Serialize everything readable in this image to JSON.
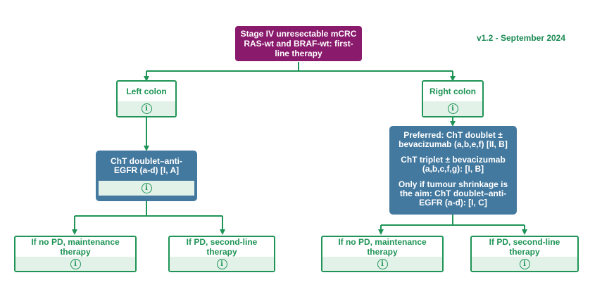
{
  "version": "v1.2 - September 2024",
  "root": {
    "label": "Stage IV unresectable mCRC RAS-wt and BRAF-wt: first-line therapy"
  },
  "left": {
    "label": "Left colon",
    "info_icon": "info-icon",
    "treatment": {
      "label": "ChT doublet–anti-EGFR (a-d) [I, A]"
    },
    "no_pd": {
      "label": "If no PD, maintenance therapy"
    },
    "pd": {
      "label": "If PD, second-line therapy"
    }
  },
  "right": {
    "label": "Right colon",
    "info_icon": "info-icon",
    "treatment": {
      "preferred": "Preferred: ChT doublet ± bevacizumab (a,b,e,f) [II, B]",
      "triplet": "ChT triplet ± bevacizumab (a,b,c,f,g): [I, B]",
      "shrinkage": "Only if tumour shrinkage is the aim: ChT doublet–anti-EGFR (a-d): [I, C]"
    },
    "no_pd": {
      "label": "If no PD, maintenance therapy"
    },
    "pd": {
      "label": "If PD, second-line therapy"
    }
  },
  "colors": {
    "root": "#8a1a6c",
    "green": "#1f9456",
    "blue": "#44799f",
    "info_bg": "#e3f2e9"
  }
}
